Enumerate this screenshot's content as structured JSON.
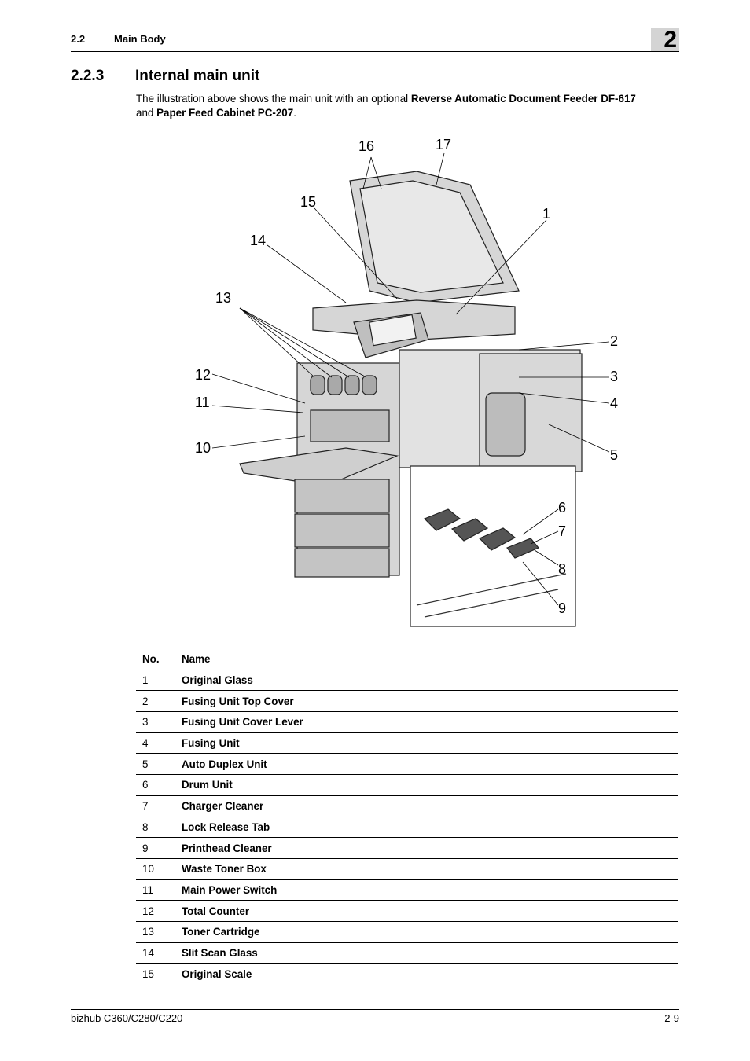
{
  "header": {
    "section_number": "2.2",
    "section_title": "Main Body",
    "chapter_number": "2"
  },
  "section": {
    "number": "2.2.3",
    "title": "Internal main unit"
  },
  "intro": {
    "text_1": "The illustration above shows the main unit with an optional ",
    "bold_1": "Reverse Automatic Document Feeder DF-617",
    "text_2": " and ",
    "bold_2": "Paper Feed Cabinet PC-207",
    "text_3": "."
  },
  "figure": {
    "callouts": [
      "1",
      "2",
      "3",
      "4",
      "5",
      "6",
      "7",
      "8",
      "9",
      "10",
      "11",
      "12",
      "13",
      "14",
      "15",
      "16",
      "17"
    ]
  },
  "table": {
    "headers": [
      "No.",
      "Name"
    ],
    "rows": [
      {
        "no": "1",
        "name": "Original Glass"
      },
      {
        "no": "2",
        "name": "Fusing Unit Top Cover"
      },
      {
        "no": "3",
        "name": "Fusing Unit Cover Lever"
      },
      {
        "no": "4",
        "name": "Fusing Unit"
      },
      {
        "no": "5",
        "name": "Auto Duplex Unit"
      },
      {
        "no": "6",
        "name": "Drum Unit"
      },
      {
        "no": "7",
        "name": "Charger Cleaner"
      },
      {
        "no": "8",
        "name": "Lock Release Tab"
      },
      {
        "no": "9",
        "name": "Printhead Cleaner"
      },
      {
        "no": "10",
        "name": "Waste Toner Box"
      },
      {
        "no": "11",
        "name": "Main Power Switch"
      },
      {
        "no": "12",
        "name": "Total Counter"
      },
      {
        "no": "13",
        "name": "Toner Cartridge"
      },
      {
        "no": "14",
        "name": "Slit Scan Glass"
      },
      {
        "no": "15",
        "name": "Original Scale"
      }
    ]
  },
  "footer": {
    "model": "bizhub C360/C280/C220",
    "page": "2-9"
  }
}
